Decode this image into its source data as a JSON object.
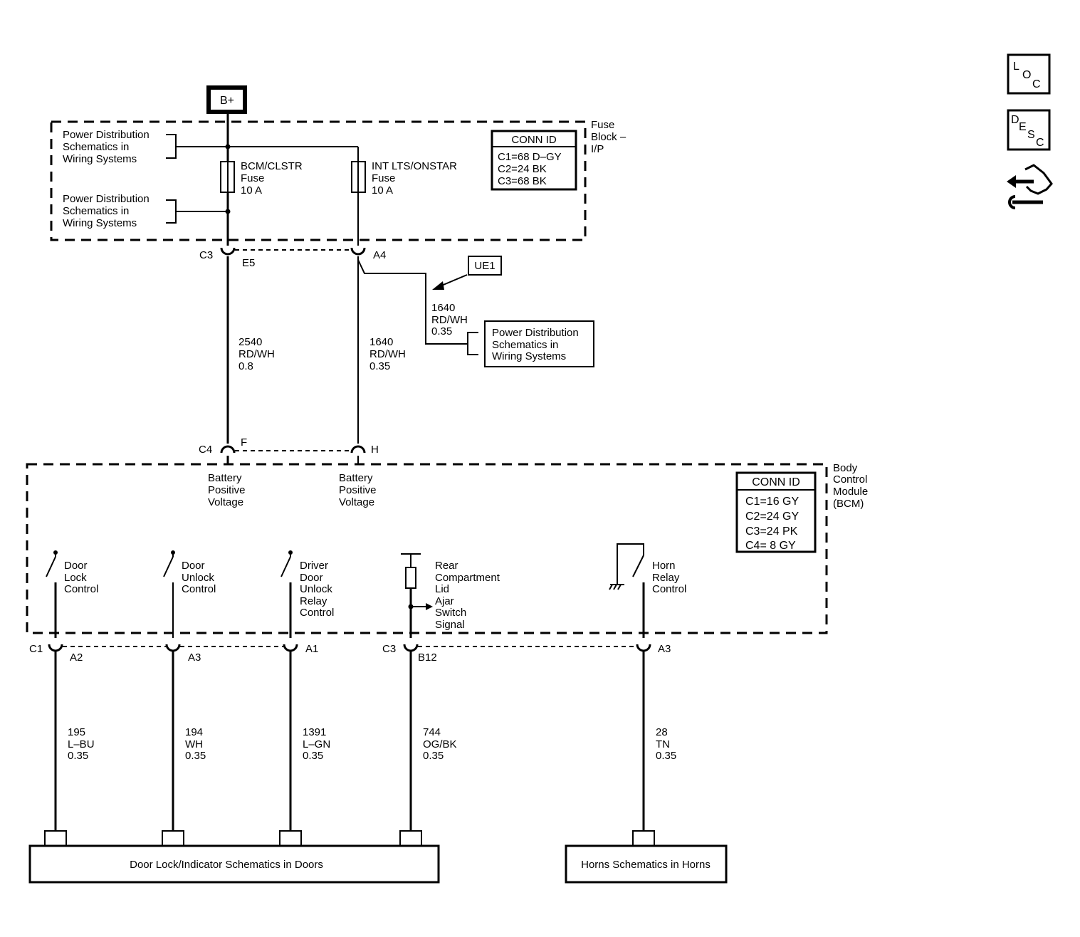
{
  "battery": {
    "label": "B+"
  },
  "fuse_block": {
    "title": [
      "Fuse",
      "Block –",
      "I/P"
    ],
    "conn_id": {
      "title": "CONN ID",
      "rows": [
        "C1=68 D–GY",
        "C2=24 BK",
        "C3=68 BK"
      ]
    },
    "ref_top": [
      "Power Distribution",
      "Schematics in",
      "Wiring Systems"
    ],
    "ref_bottom": [
      "Power Distribution",
      "Schematics in",
      "Wiring Systems"
    ],
    "fuse1": [
      "BCM/CLSTR",
      "Fuse",
      "10 A"
    ],
    "fuse2": [
      "INT LTS/ONSTAR",
      "Fuse",
      "10 A"
    ],
    "connector": "C3",
    "pin1": "E5",
    "pin2": "A4"
  },
  "option_badge": "UE1",
  "branch_wire": {
    "circuit": "1640",
    "color": "RD/WH",
    "size": "0.35"
  },
  "power_ref": [
    "Power Distribution",
    "Schematics in",
    "Wiring Systems"
  ],
  "wire_2540": {
    "circuit": "2540",
    "color": "RD/WH",
    "size": "0.8"
  },
  "wire_1640": {
    "circuit": "1640",
    "color": "RD/WH",
    "size": "0.35"
  },
  "bcm": {
    "title": [
      "Body",
      "Control",
      "Module",
      "(BCM)"
    ],
    "conn_id": {
      "title": "CONN ID",
      "rows": [
        "C1=16 GY",
        "C2=24 GY",
        "C3=24 PK",
        "C4=  8 GY"
      ]
    },
    "in_connector": "C4",
    "in_pin1": "F",
    "in_pin2": "H",
    "input1": [
      "Battery",
      "Positive",
      "Voltage"
    ],
    "input2": [
      "Battery",
      "Positive",
      "Voltage"
    ],
    "sw_door_lock": [
      "Door",
      "Lock",
      "Control"
    ],
    "sw_door_unlock": [
      "Door",
      "Unlock",
      "Control"
    ],
    "sw_driver_unlock": [
      "Driver",
      "Door",
      "Unlock",
      "Relay",
      "Control"
    ],
    "sw_rear_lid": [
      "Rear",
      "Compartment",
      "Lid",
      "Ajar",
      "Switch",
      "Signal"
    ],
    "sw_horn": [
      "Horn",
      "Relay",
      "Control"
    ],
    "out_connector1": "C1",
    "out_connector2": "C3",
    "out_pins": [
      "A2",
      "A3",
      "A1",
      "B12",
      "A3"
    ]
  },
  "out_wires": [
    {
      "circuit": "195",
      "color": "L–BU",
      "size": "0.35"
    },
    {
      "circuit": "194",
      "color": "WH",
      "size": "0.35"
    },
    {
      "circuit": "1391",
      "color": "L–GN",
      "size": "0.35"
    },
    {
      "circuit": "744",
      "color": "OG/BK",
      "size": "0.35"
    },
    {
      "circuit": "28",
      "color": "TN",
      "size": "0.35"
    }
  ],
  "dest_doors": "Door Lock/Indicator Schematics in Doors",
  "dest_horns": "Horns Schematics in Horns",
  "nav_icons": {
    "loc": {
      "letters": [
        "L",
        "O",
        "C"
      ],
      "icon": "loc-icon"
    },
    "desc": {
      "letters": [
        "D",
        "E",
        "S",
        "C"
      ],
      "icon": "desc-icon"
    },
    "repair": {
      "icon": "repair-icon"
    }
  }
}
